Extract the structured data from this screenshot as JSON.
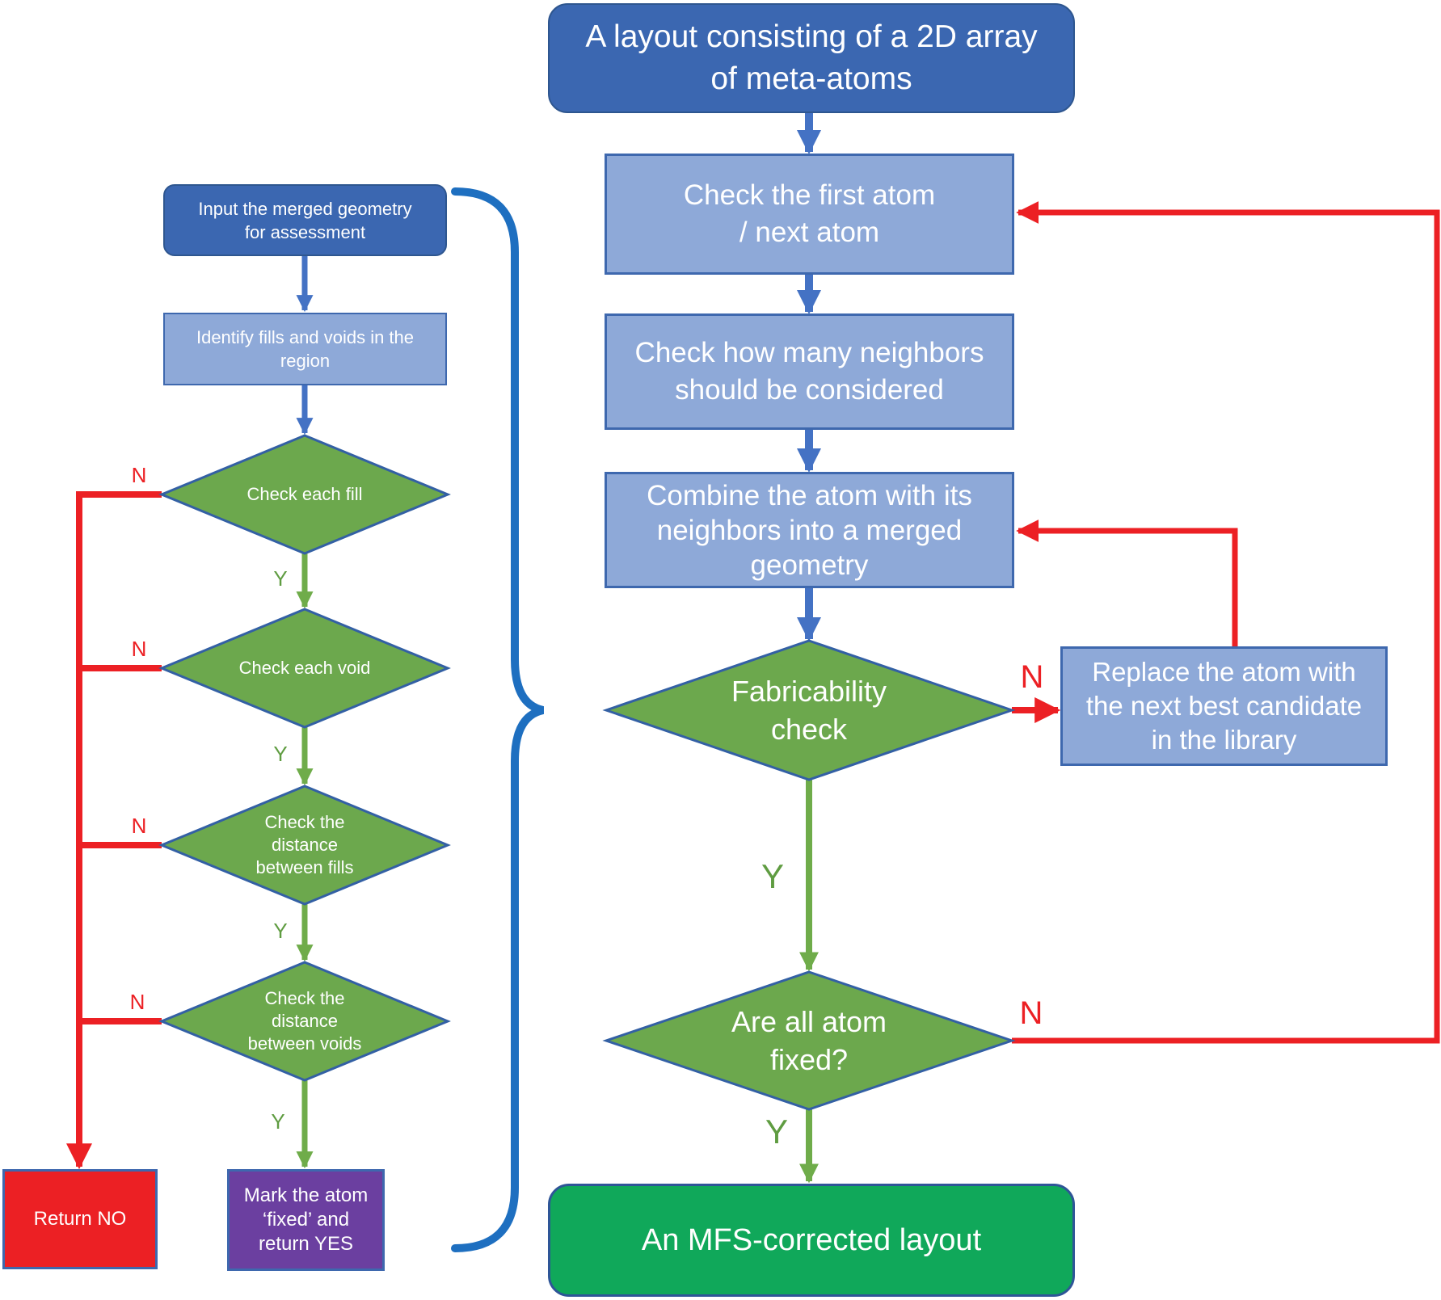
{
  "diagram_type": "flowchart",
  "colors": {
    "dark_blue_box": "#3B67B1",
    "light_blue_box": "#8EA9D8",
    "box_border": "#3E68AE",
    "diamond_green": "#6CA84D",
    "diamond_border": "#3360A4",
    "end_green_box": "#10A85A",
    "red": "#EC2024",
    "purple_box": "#6B3FA0",
    "blue_arrow": "#4472C4",
    "green_arrow": "#6FAC4A",
    "brace_blue": "#1E6FC0"
  },
  "main_flow": {
    "start": "A layout consisting of a 2D array\nof meta-atoms",
    "check_first_atom": "Check the first atom\n/ next atom",
    "check_neighbors": "Check how many neighbors\nshould be considered",
    "combine": "Combine the atom with its\nneighbors into a merged\ngeometry",
    "fabricability": "Fabricability\ncheck",
    "replace": "Replace the atom with\nthe next best candidate\nin the library",
    "all_fixed": "Are all atom\nfixed?",
    "end": "An MFS-corrected layout",
    "fabricability_no": "N",
    "fabricability_yes": "Y",
    "all_fixed_no": "N",
    "all_fixed_yes": "Y"
  },
  "sub_flow": {
    "input": "Input the merged geometry\nfor assessment",
    "identify": "Identify fills and voids in the\nregion",
    "check_fill": "Check each fill",
    "check_void": "Check each void",
    "distance_fills": "Check the\ndistance\nbetween fills",
    "distance_voids": "Check the\ndistance\nbetween voids",
    "return_no": "Return NO",
    "mark_fixed": "Mark the atom\n‘fixed’ and\nreturn YES",
    "no_label": "N",
    "yes_label": "Y"
  }
}
